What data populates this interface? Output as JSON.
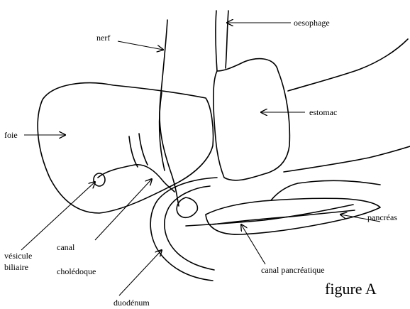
{
  "labels": {
    "nerf": "nerf",
    "oesophage": "oesophage",
    "estomac": "estomac",
    "foie": "foie",
    "pancreas": "pancréas",
    "vesicule_line1": "vésicule",
    "vesicule_line2": "biliaire",
    "canal_choledoque_line1": "canal",
    "canal_choledoque_line2": "cholédoque",
    "canal_pancreatique": "canal pancréatique",
    "duodenum": "duodénum"
  },
  "caption": "figure A"
}
